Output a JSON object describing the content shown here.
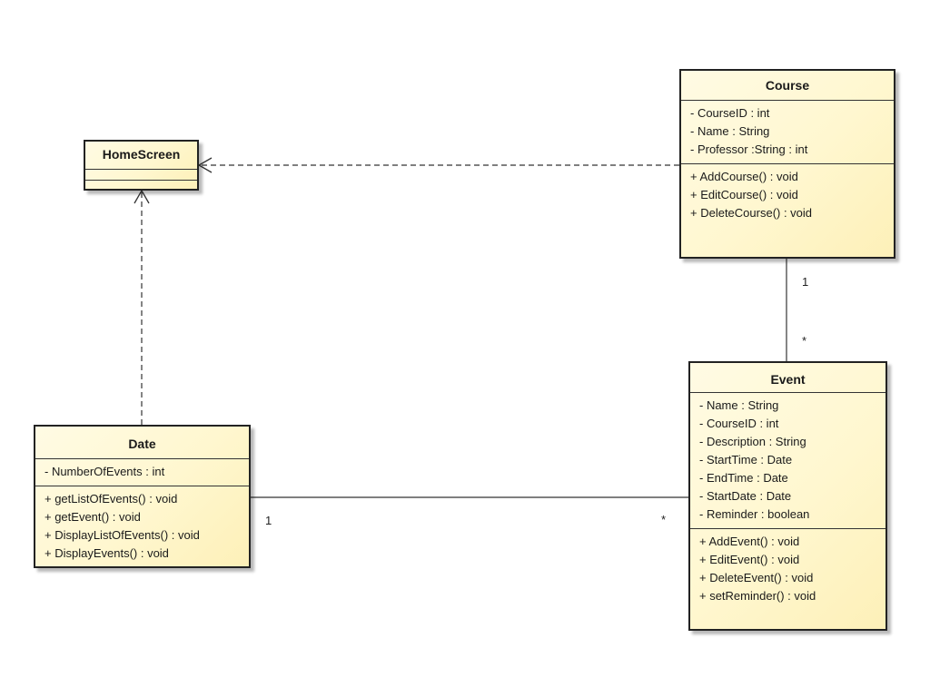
{
  "colors": {
    "class_fill": "#fff7cf",
    "border": "#222222",
    "edge": "#333333"
  },
  "classes": {
    "homescreen": {
      "name": "HomeScreen",
      "attributes": [],
      "operations": []
    },
    "course": {
      "name": "Course",
      "attributes": [
        "- CourseID : int",
        "- Name : String",
        "- Professor :String : int"
      ],
      "operations": [
        "+ AddCourse() : void",
        "+ EditCourse() : void",
        "+ DeleteCourse() : void"
      ]
    },
    "date": {
      "name": "Date",
      "attributes": [
        "- NumberOfEvents : int"
      ],
      "operations": [
        "+ getListOfEvents() : void",
        "+ getEvent() : void",
        "+ DisplayListOfEvents() : void",
        "+ DisplayEvents() : void"
      ]
    },
    "event": {
      "name": "Event",
      "attributes": [
        "- Name : String",
        "- CourseID : int",
        "- Description : String",
        "- StartTime : Date",
        "- EndTime : Date",
        "- StartDate : Date",
        "- Reminder : boolean"
      ],
      "operations": [
        "+ AddEvent() : void",
        "+ EditEvent() : void",
        "+ DeleteEvent() : void",
        "+ setReminder() : void"
      ]
    }
  },
  "relationships": {
    "course_event": {
      "type": "association",
      "course_end": "1",
      "event_end": "*"
    },
    "date_event": {
      "type": "association",
      "date_end": "1",
      "event_end": "*"
    },
    "course_homescreen": {
      "type": "dependency"
    },
    "date_homescreen": {
      "type": "dependency"
    }
  }
}
